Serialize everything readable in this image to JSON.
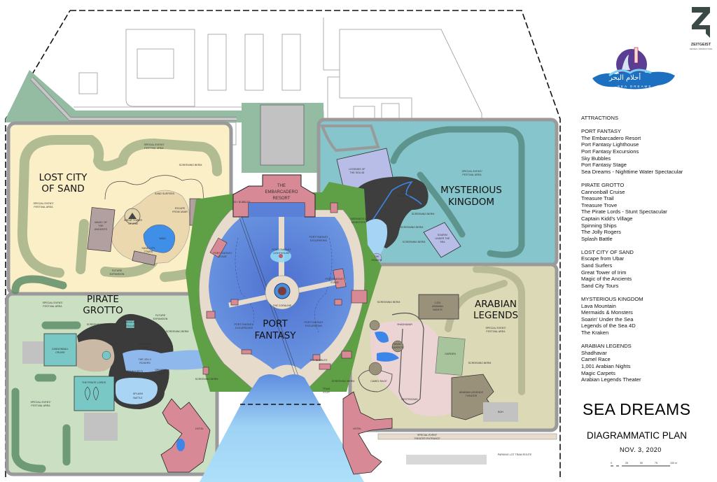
{
  "branding": {
    "zeitgeist_name": "ZEITGEIST",
    "zeitgeist_tagline": "DESIGN • PRODUCTION",
    "sea_dreams_arabic": "أحلام البحر",
    "sea_dreams_logo_text": "SEA DREAMS"
  },
  "legend": {
    "heading": "ATTRACTIONS",
    "sections": [
      {
        "title": "PORT FANTASY",
        "items": [
          "The Embarcadero Resort",
          "Port Fantasy Lighthouse",
          "Port Fantasy Excursions",
          "Sky Bubbles",
          "Port Fantasy Stage",
          "Sea Dreams - Nighttime Water Spectacular"
        ]
      },
      {
        "title": "PIRATE GROTTO",
        "items": [
          "Cannonball Cruise",
          "Treasure Trail",
          "Treasure Trove",
          "The Pirate Lords - Stunt Spectacular",
          "Captain Kidd's Village",
          "Spinning Ships",
          "The Jolly Rogers",
          "Splash Battle"
        ]
      },
      {
        "title": "LOST CITY OF SAND",
        "items": [
          "Escape from Ubar",
          "Sand Surfers",
          "Great Tower of Irim",
          "Magic of the Ancients",
          "Sand City Tours"
        ]
      },
      {
        "title": "MYSTERIOUS KINGDOM",
        "items": [
          "Lava Mountain",
          "Mermaids & Monsters",
          "Soarin' Under the Sea",
          "Legends of the Sea 4D",
          "The Kraken"
        ]
      },
      {
        "title": "ARABIAN LEGENDS",
        "items": [
          "Shadhavar",
          "Camel Race",
          "1,001 Arabian Nights",
          "Magic Carpets",
          "Arabian Legends Theater"
        ]
      }
    ]
  },
  "title_block": {
    "title": "SEA DREAMS",
    "subtitle": "DIAGRAMMATIC PLAN",
    "date": "NOV. 3, 2020",
    "scale_ticks": [
      "0",
      "25",
      "50",
      "75",
      "100 m"
    ]
  },
  "map": {
    "zones": {
      "lost_city_1": "LOST CITY",
      "lost_city_2": "OF SAND",
      "pirate_1": "PIRATE",
      "pirate_2": "GROTTO",
      "port_1": "PORT",
      "port_2": "FANTASY",
      "myst_1": "MYSTERIOUS",
      "myst_2": "KINGDOM",
      "arab_1": "ARABIAN",
      "arab_2": "LEGENDS"
    },
    "labels": {
      "embarcadero_1": "THE",
      "embarcadero_2": "EMBARCADERO",
      "embarcadero_3": "RESORT",
      "lc_fest_top_1": "SPECIAL EVENT/",
      "lc_fest_top_2": "FESTIVAL AREA",
      "lc_fest_left_1": "SPECIAL EVENT/",
      "lc_fest_left_2": "FESTIVAL AREA",
      "lc_berm": "SCREENING BERM",
      "sand_surfers": "SAND SURFERS",
      "escape_ubar_1": "ESCAPE",
      "escape_ubar_2": "FROM UBAR",
      "great_tower_1": "GREAT TOWER",
      "great_tower_2": "OF IRIM",
      "magic_ancients_1": "MAGIC OF",
      "magic_ancients_2": "THE",
      "magic_ancients_3": "ANCIENTS",
      "wadi": "WADI",
      "sand_city_1": "SAND CITY",
      "sand_city_2": "TOURS",
      "lc_future_1": "FUTURE",
      "lc_future_2": "EXPANSION",
      "sky_bubbles_top": "SKY BUBBLES",
      "pf_stage_left_1": "PORT FANTASY",
      "pf_stage_left_2": "STAGE",
      "pf_lighthouse_1": "PORT FANTASY",
      "pf_lighthouse_2": "LIGHTHOUSE",
      "pf_exc_top_1": "PORT FANTASY",
      "pf_exc_top_2": "EXCURSIONS",
      "pf_stage_right_1": "PORT FANTASY",
      "pf_stage_right_2": "STAGE",
      "coraline": "THE CORALINE",
      "pf_exc_left_1": "PORT FANTASY",
      "pf_exc_left_2": "EXCURSIONS",
      "pf_exc_right_1": "PORT FANTASY",
      "pf_exc_right_2": "EXCURSIONS",
      "sky_bubbles_bottom": "SKY BUBBLES",
      "tram_stop_1": "TRAM",
      "tram_stop_2": "STOP",
      "hotel_left": "HOTEL",
      "hotel_right": "HOTEL",
      "theater_entrance_1": "SPECIAL EVENT",
      "theater_entrance_2": "THEATER ENTRANCE",
      "parking_tram": "PARKING LOT TRAM ROUTE",
      "legends_4d_1": "LEGENDS OF",
      "legends_4d_2": "THE SEA 4D",
      "lava_1": "LAVA",
      "lava_2": "MOUNTAIN",
      "mermaids_1": "MERMAIDS &",
      "mermaids_2": "MONSTERS",
      "kraken_1": "THE",
      "kraken_2": "KRAKEN",
      "mk_berm_1": "SCREENING BERM",
      "mk_berm_2": "SCREENING BERM",
      "mk_berm_3": "SCREENING BERM",
      "soarin_1": "SOARIN'",
      "soarin_2": "UNDER THE",
      "soarin_3": "SEA",
      "mk_fest_1": "SPECIAL EVENT/",
      "mk_fest_2": "FESTIVAL AREA",
      "nights_1": "1,001",
      "nights_2": "ARABIAN",
      "nights_3": "NIGHTS",
      "shadhavar": "SHADHAVAR",
      "carpets_1": "MAGIC",
      "carpets_2": "CARPETS",
      "al_fest_1": "SPECIAL EVENT/",
      "al_fest_2": "FESTIVAL AREA",
      "garden": "GARDEN",
      "al_berm": "SCREENING BERM",
      "al_berm_left": "SCREENING BERM",
      "camel_race": "CAMEL RACE",
      "al_theater_1": "ARABIAN LEGENDS",
      "al_theater_2": "THEATER",
      "restrooms": "RESTROOMS",
      "boh": "BOH",
      "pg_fest_top_1": "SPECIAL EVENT/",
      "pg_fest_top_2": "FESTIVAL AREA",
      "pg_fest_bottom_1": "SPECIAL EVENT/",
      "pg_fest_bottom_2": "FESTIVAL AREA",
      "cannonball_1": "CANNONBALL",
      "cannonball_2": "CRUISE",
      "pirate_lords": "THE PIRATE LORDS",
      "treasure_trove_1": "TREASURE",
      "treasure_trove_2": "TROVE",
      "treasure_trail_1": "TREASURE",
      "treasure_trail_2": "TRAIL",
      "jolly_1": "THE JOLLY",
      "jolly_2": "ROGERS",
      "kidd_1": "CAPTAIN KIDD'S",
      "kidd_2": "VILLAGE",
      "spinning_1": "SPINNING",
      "spinning_2": "SHIPS",
      "splash_1": "SPLASH",
      "splash_2": "BATTLE",
      "pg_future_1": "FUTURE",
      "pg_future_2": "EXPANSION",
      "pg_berm_1": "SCREENING BERM",
      "pg_berm_2": "SCREENING BERM",
      "pg_berm_3": "SCREENING BERM",
      "pf_berm_bottom": "SCREENING BERM"
    }
  },
  "colors": {
    "lost_city": "#fbefc7",
    "pirate_grotto": "#cbe0c2",
    "mysterious_kingdom": "#86c5cb",
    "arabian_legends": "#dcd9b7",
    "water": "#5a80d8",
    "channel": "#a9dcf7",
    "building_pink": "#d78996",
    "promenade": "#e7dccb",
    "road": "#c2c2c2"
  }
}
